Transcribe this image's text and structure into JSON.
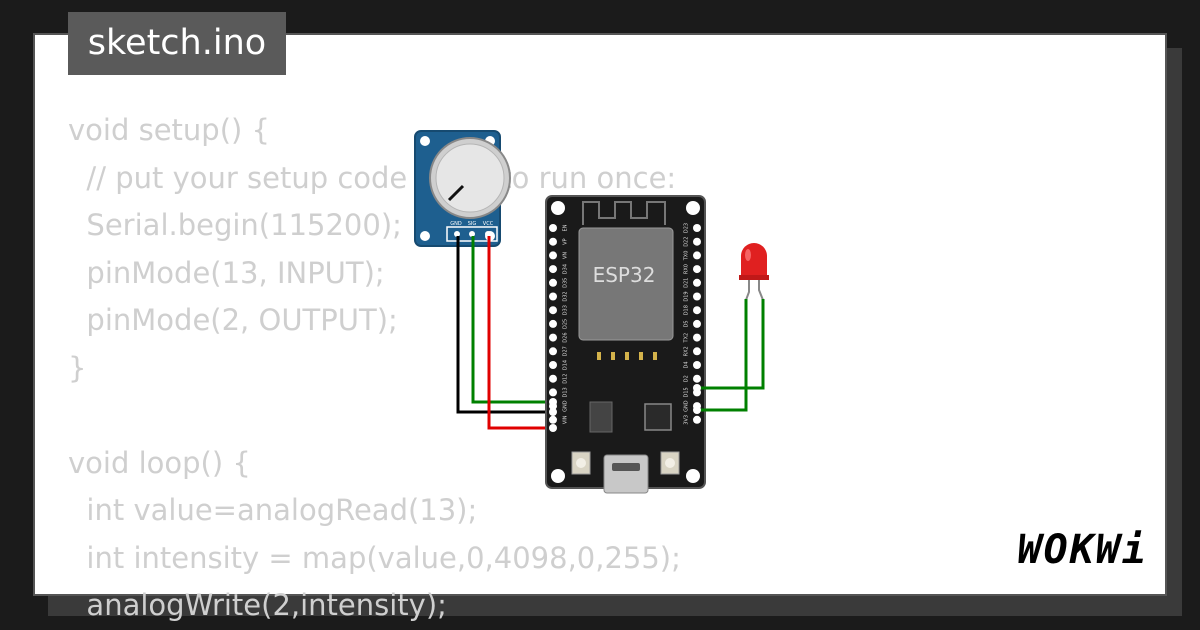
{
  "tab": {
    "filename": "sketch.ino"
  },
  "code": {
    "lines": [
      "void setup() {",
      "  // put your setup code here, to run once:",
      "  Serial.begin(115200);",
      "  pinMode(13, INPUT);",
      "  pinMode(2, OUTPUT);",
      "}",
      "",
      "void loop() {",
      "  int value=analogRead(13);",
      "  int intensity = map(value,0,4098,0,255);",
      "  analogWrite(2,intensity);"
    ]
  },
  "potentiometer": {
    "pins": [
      "GND",
      "SIG",
      "VCC"
    ]
  },
  "esp32": {
    "label": "ESP32",
    "left_pins": [
      "EN",
      "VP",
      "VN",
      "D34",
      "D35",
      "D32",
      "D33",
      "D25",
      "D26",
      "D27",
      "D14",
      "D12",
      "D13",
      "GND",
      "VIN"
    ],
    "right_pins": [
      "D23",
      "D22",
      "TX0",
      "RX0",
      "D21",
      "D19",
      "D18",
      "D5",
      "TX2",
      "RX2",
      "D4",
      "D2",
      "D15",
      "GND",
      "3V3"
    ]
  },
  "brand": {
    "logo": "WOKWi"
  },
  "colors": {
    "wire_black": "#000000",
    "wire_green": "#008000",
    "wire_red": "#e00000",
    "board": "#1a1a1a",
    "pot_board": "#1e5f8f",
    "led": "#e02020"
  }
}
